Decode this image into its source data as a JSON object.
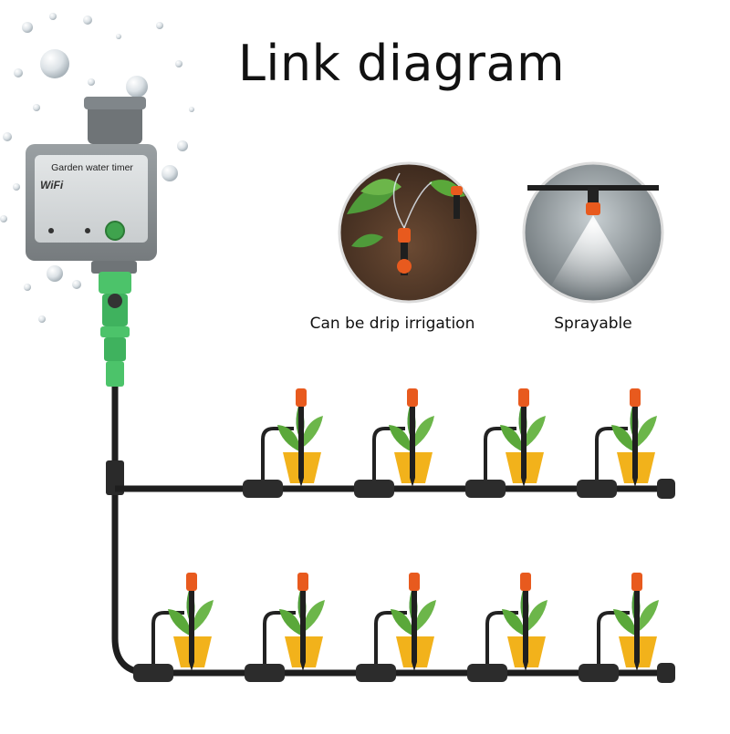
{
  "title": "Link diagram",
  "features": [
    {
      "label": "Can be drip irrigation",
      "icon": "drip-stake-photo"
    },
    {
      "label": "Sprayable",
      "icon": "mist-nozzle-photo"
    }
  ],
  "timer": {
    "name": "Garden water timer",
    "wifi": "WiFi",
    "body_color": "#8a8f92",
    "button_color": "#3fa34d",
    "connector_color": "#4cc36a"
  },
  "layout": {
    "rows": [
      {
        "name": "upper-branch",
        "emitters": 4
      },
      {
        "name": "lower-branch",
        "emitters": 5
      }
    ]
  },
  "colors": {
    "pipe": "#1e1e1e",
    "pot": "#f2b21b",
    "stake": "#e85a1e",
    "leaf": "#5aa83a"
  }
}
